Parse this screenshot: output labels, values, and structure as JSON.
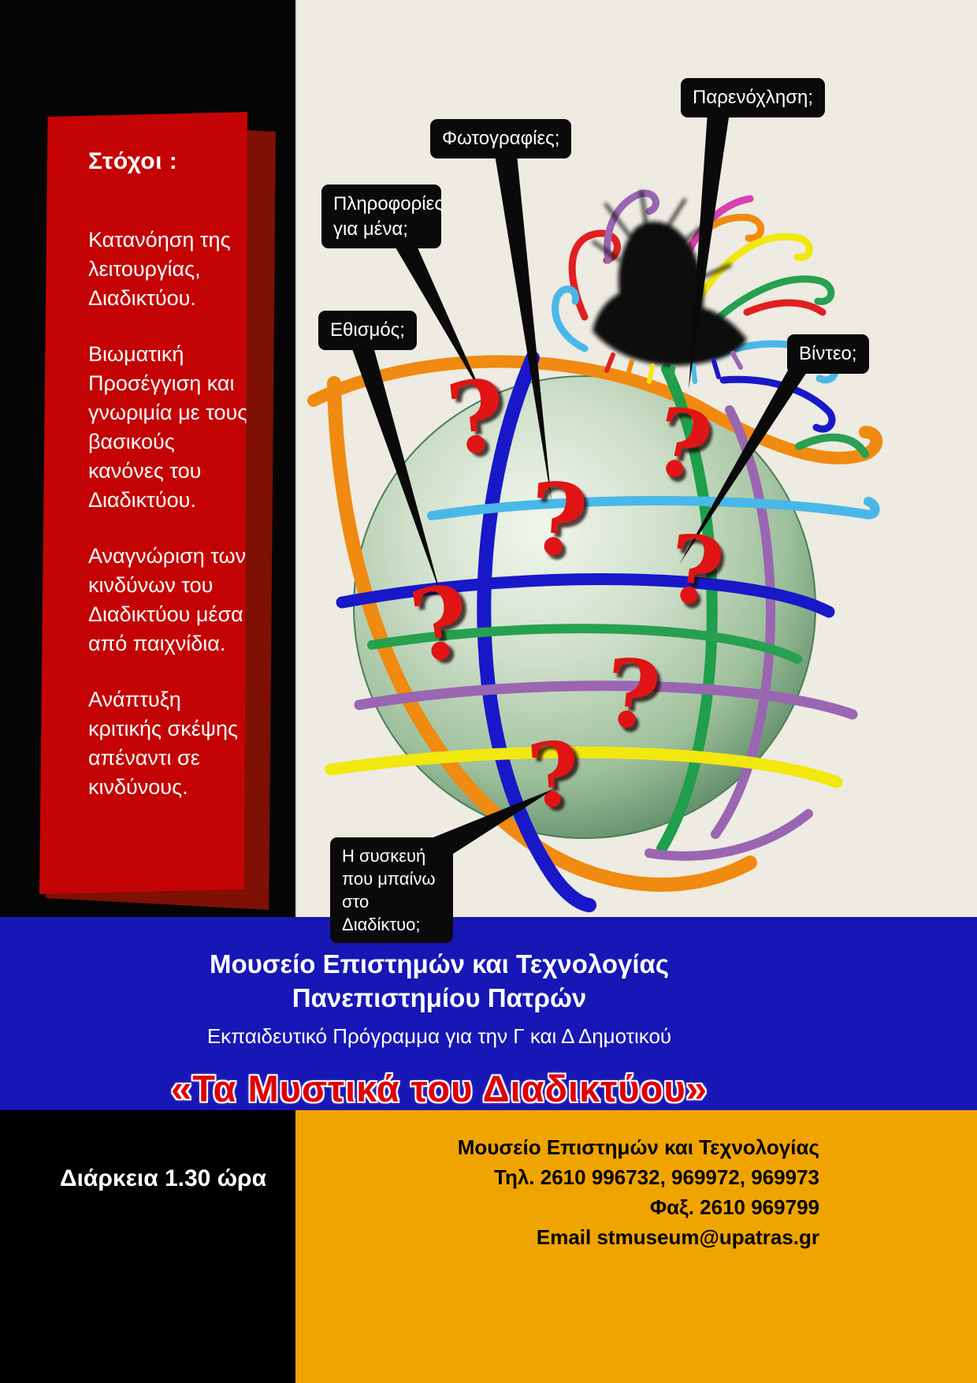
{
  "goals_panel": {
    "heading": "Στόχοι :",
    "items": [
      "Κατανόηση της λειτουργίας, Διαδικτύου.",
      "Βιωματική Προσέγγιση και γνωριμία με τους βασικούς κανόνες του Διαδικτύου.",
      "Αναγνώριση των  κινδύνων του Διαδικτύου μέσα από παιχνίδια.",
      "Ανάπτυξη κριτικής σκέψης απέναντι σε κινδύνους."
    ]
  },
  "illustration": {
    "globe_icon": "wireframe-globe",
    "creature_icon": "tentacled-shadow-creature",
    "question_mark": "?",
    "callouts": [
      {
        "id": "harassment",
        "label": "Παρενόχληση;"
      },
      {
        "id": "photos",
        "label": "Φωτογραφίες;"
      },
      {
        "id": "personal-info",
        "label": "Πληροφορίες για μένα;"
      },
      {
        "id": "addiction",
        "label": "Εθισμός;"
      },
      {
        "id": "video",
        "label": "Βίντεο;"
      },
      {
        "id": "device",
        "label": "Η συσκευή που μπαίνω  στο Διαδίκτυο;"
      }
    ]
  },
  "footer": {
    "museum_line1": "Μουσείο  Επιστημών και Τεχνολογίας",
    "museum_line2": "Πανεπιστημίου Πατρών",
    "program": "Εκπαιδευτικό Πρόγραμμα για την Γ και Δ Δημοτικού",
    "title": "«Τα Μυστικά του Διαδικτύου»"
  },
  "info_bar": {
    "duration": "Διάρκεια  1.30 ώρα",
    "contact_name": "Μουσείο Επιστημών και Τεχνολογίας",
    "contact_tel": "Τηλ. 2610 996732, 969972, 969973",
    "contact_fax": "Φαξ. 2610 969799",
    "contact_email": "Email stmuseum@upatras.gr"
  },
  "colors": {
    "panel_red": "#C40404",
    "panel_red_dark": "#7E1004",
    "band_blue": "#1717B5",
    "band_orange": "#F0A402",
    "title_red": "#E00000",
    "question_red": "#E01414",
    "background_black": "#000000",
    "canvas_cream": "#EDEBE2"
  }
}
